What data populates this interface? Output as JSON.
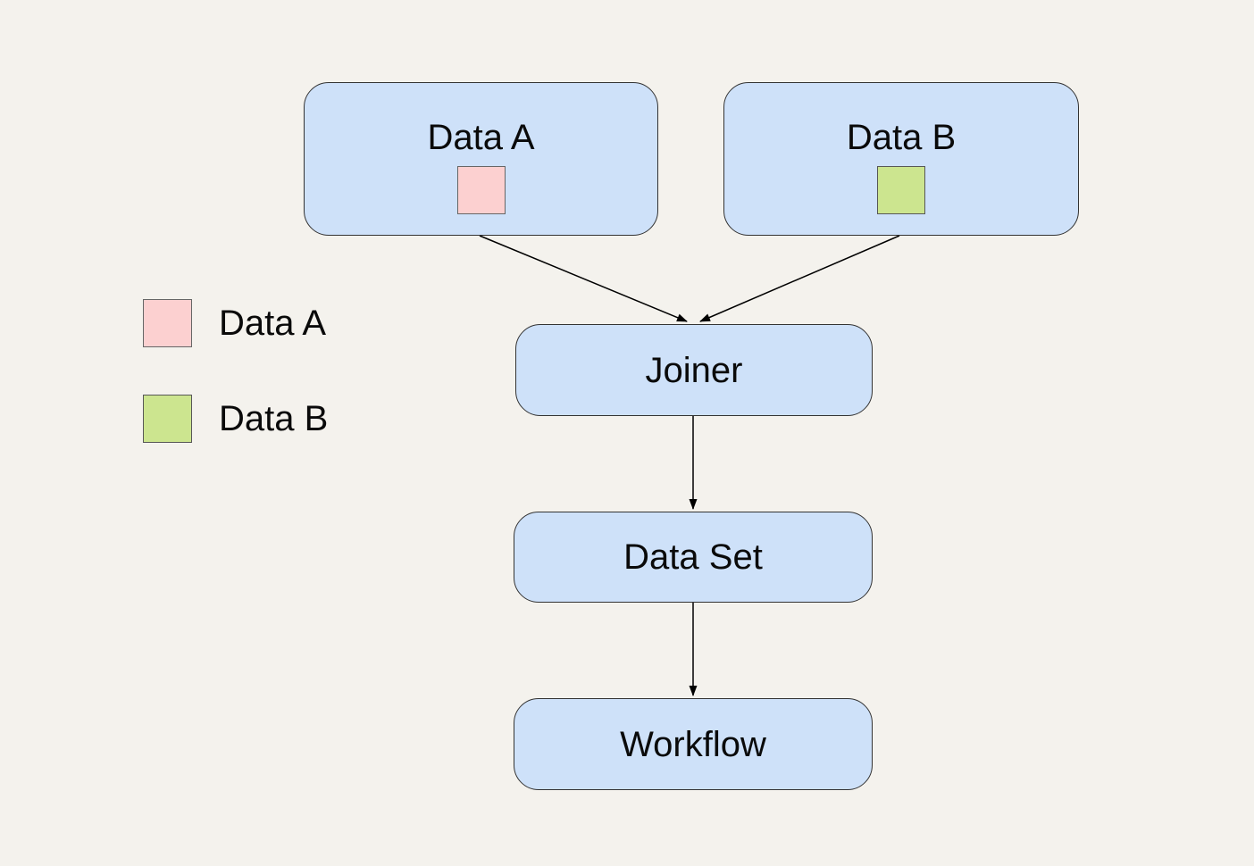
{
  "diagram": {
    "title": "",
    "nodes": {
      "data_a": {
        "label": "Data A",
        "chip_color": "#FCD0D0"
      },
      "data_b": {
        "label": "Data B",
        "chip_color": "#CCE58F"
      },
      "joiner": {
        "label": "Joiner"
      },
      "data_set": {
        "label": "Data Set"
      },
      "workflow": {
        "label": "Workflow"
      }
    },
    "edges": [
      {
        "from": "Data A",
        "to": "Joiner"
      },
      {
        "from": "Data B",
        "to": "Joiner"
      },
      {
        "from": "Joiner",
        "to": "Data Set"
      },
      {
        "from": "Data Set",
        "to": "Workflow"
      }
    ],
    "legend": {
      "items": [
        {
          "label": "Data A",
          "color": "#FCD0D0"
        },
        {
          "label": "Data B",
          "color": "#CCE58F"
        }
      ]
    },
    "colors": {
      "background": "#F4F2ED",
      "node_fill": "#CEE1F9",
      "node_border": "#333333",
      "pink": "#FCD0D0",
      "green": "#CCE58F",
      "arrow": "#000000",
      "text": "#0a0a0a"
    }
  }
}
